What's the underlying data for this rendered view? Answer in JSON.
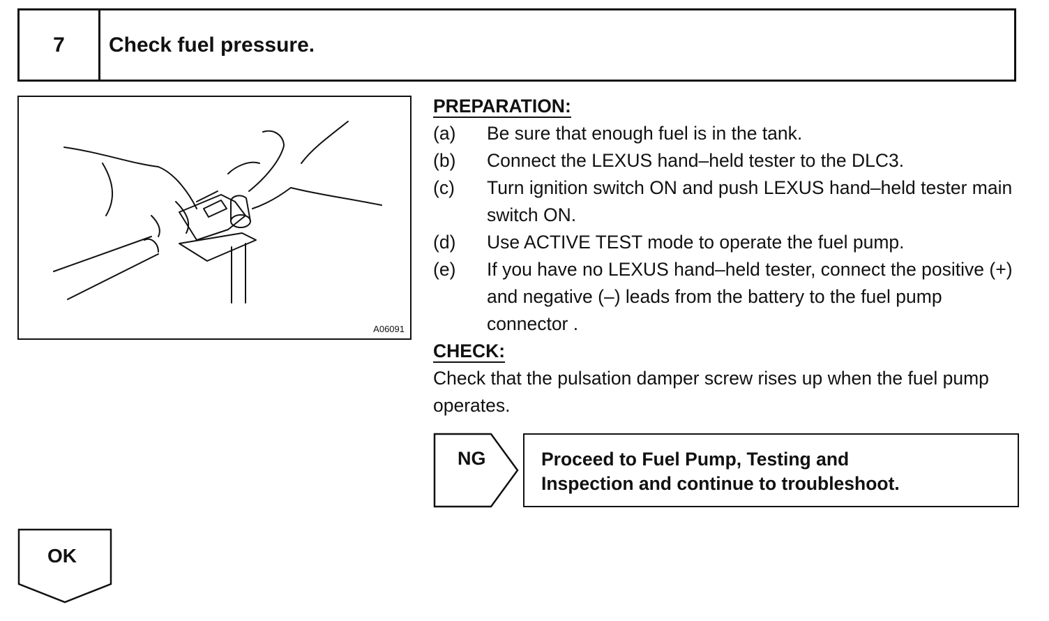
{
  "step": {
    "number": "7",
    "title": "Check fuel pressure."
  },
  "figure": {
    "code": "A06091",
    "icon": "hand-pinching-fuel-hose-illustration"
  },
  "preparation": {
    "label": "PREPARATION:",
    "items": [
      {
        "tag": "(a)",
        "text": "Be sure that enough fuel is in the tank."
      },
      {
        "tag": "(b)",
        "text": "Connect the LEXUS hand–held tester to the DLC3."
      },
      {
        "tag": "(c)",
        "text": "Turn ignition switch ON and push LEXUS hand–held tester main switch ON."
      },
      {
        "tag": "(d)",
        "text": "Use ACTIVE TEST mode to operate the fuel pump."
      },
      {
        "tag": "(e)",
        "text": "If you have no LEXUS hand–held tester, connect the positive (+) and negative (–) leads from the battery to the fuel pump connector ."
      }
    ]
  },
  "check": {
    "label": "CHECK:",
    "text": "Check that the pulsation damper screw rises up when the fuel pump operates."
  },
  "ng": {
    "label": "NG",
    "action_line1": "Proceed to Fuel Pump, Testing and",
    "action_line2": "Inspection and continue to troubleshoot."
  },
  "ok": {
    "label": "OK"
  }
}
